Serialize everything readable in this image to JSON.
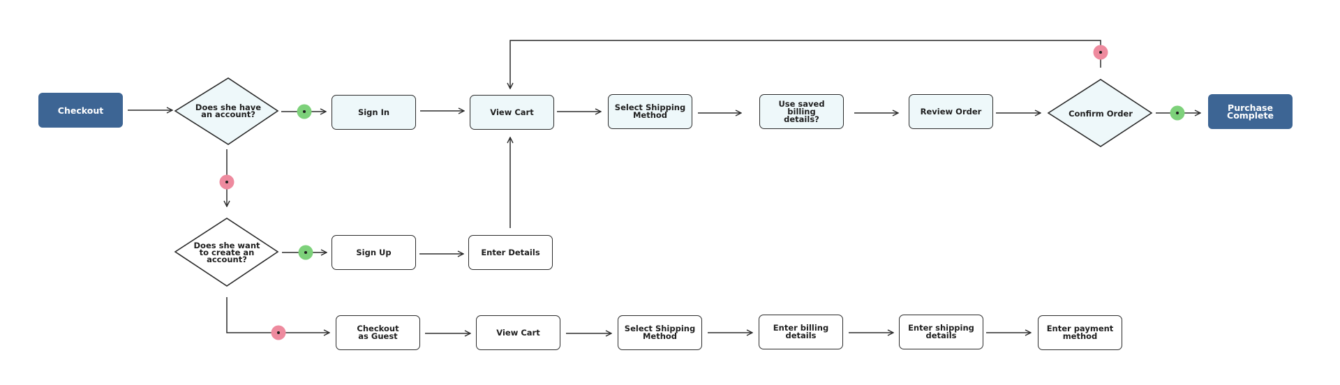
{
  "colors": {
    "terminal_fill": "#3d6594",
    "step_fill_signed_in": "#eef8fa",
    "step_fill": "#ffffff",
    "stroke": "#2a2a2a",
    "yes_marker": "#7dd17a",
    "no_marker": "#ee8a9e"
  },
  "nodes": {
    "checkout": "Checkout",
    "has_account": "Does she have\nan account?",
    "sign_in": "Sign In",
    "view_cart_top": "View Cart",
    "select_shipping_top": "Select Shipping\nMethod",
    "use_saved_billing": "Use saved billing\ndetails?",
    "review_order": "Review Order",
    "confirm_order": "Confirm Order",
    "purchase_complete": "Purchase\nComplete",
    "create_account": "Does she want\nto create an\naccount?",
    "sign_up": "Sign Up",
    "enter_details": "Enter Details",
    "checkout_guest": "Checkout\nas Guest",
    "view_cart_guest": "View Cart",
    "select_shipping_guest": "Select Shipping\nMethod",
    "enter_billing": "Enter billing\ndetails",
    "enter_shipping": "Enter shipping\ndetails",
    "enter_payment": "Enter payment\nmethod"
  },
  "markers": [
    {
      "connector": "has_account-to-sign_in",
      "kind": "yes"
    },
    {
      "connector": "has_account-to-create_account",
      "kind": "no"
    },
    {
      "connector": "create_account-to-sign_up",
      "kind": "yes"
    },
    {
      "connector": "create_account-to-checkout_guest",
      "kind": "no"
    },
    {
      "connector": "confirm_order-to-view_cart_top",
      "kind": "no"
    },
    {
      "connector": "confirm_order-to-purchase_complete",
      "kind": "yes"
    }
  ]
}
